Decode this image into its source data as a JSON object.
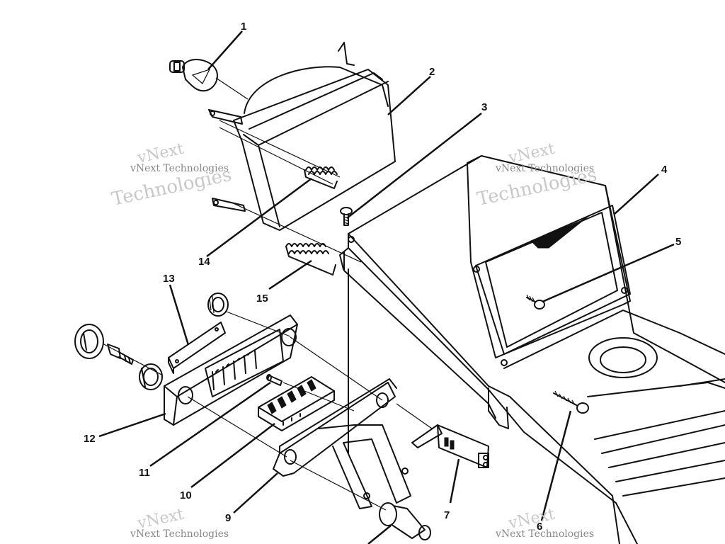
{
  "diagram": {
    "callouts": [
      {
        "id": "1",
        "label": "1"
      },
      {
        "id": "2",
        "label": "2"
      },
      {
        "id": "3",
        "label": "3"
      },
      {
        "id": "4",
        "label": "4"
      },
      {
        "id": "5",
        "label": "5"
      },
      {
        "id": "6",
        "label": "6"
      },
      {
        "id": "7",
        "label": "7"
      },
      {
        "id": "9",
        "label": "9"
      },
      {
        "id": "10",
        "label": "10"
      },
      {
        "id": "11",
        "label": "11"
      },
      {
        "id": "12",
        "label": "12"
      },
      {
        "id": "13",
        "label": "13"
      },
      {
        "id": "14",
        "label": "14"
      },
      {
        "id": "15",
        "label": "15"
      }
    ],
    "watermark": {
      "company": "vNext Technologies",
      "line1": "vNext",
      "line2": "Technologies"
    }
  }
}
